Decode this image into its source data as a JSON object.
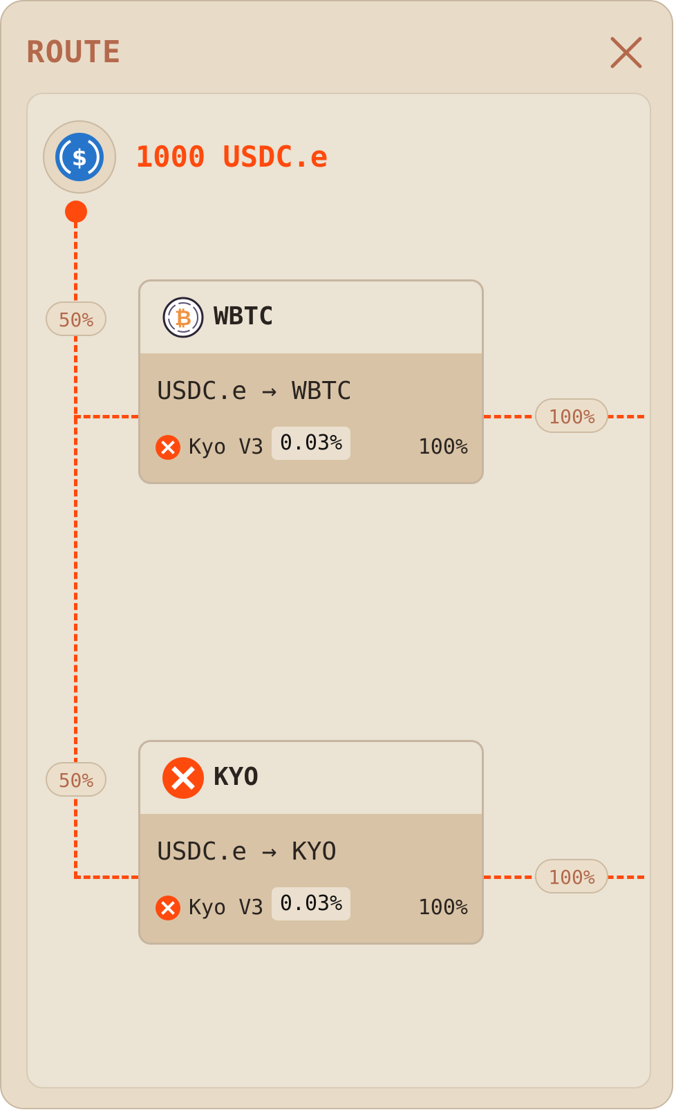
{
  "header": {
    "title": "ROUTE",
    "close_icon": "close-icon"
  },
  "source": {
    "icon": "usdc-icon",
    "amount_label": "1000 USDC.e"
  },
  "colors": {
    "accent": "#ff4a0e",
    "title": "#b4694c",
    "usdc_blue": "#2775ca"
  },
  "routes": [
    {
      "share_in": "50%",
      "token": {
        "symbol": "WBTC",
        "icon": "wbtc-icon"
      },
      "pair": "USDC.e → WBTC",
      "dex": {
        "icon": "kyo-icon",
        "name": "Kyo V3",
        "fee": "0.03%",
        "share": "100%"
      },
      "share_out": "100%"
    },
    {
      "share_in": "50%",
      "token": {
        "symbol": "KYO",
        "icon": "kyo-icon"
      },
      "pair": "USDC.e → KYO",
      "dex": {
        "icon": "kyo-icon",
        "name": "Kyo V3",
        "fee": "0.03%",
        "share": "100%"
      },
      "share_out": "100%"
    }
  ]
}
